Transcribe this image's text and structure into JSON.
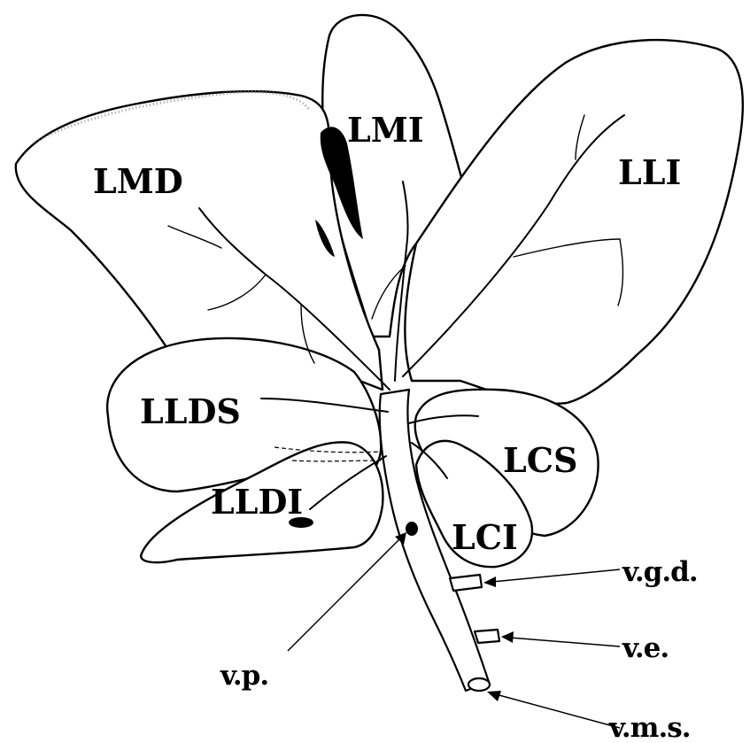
{
  "colors": {
    "line": "#000000",
    "fill": "#ffffff"
  },
  "lobes": [
    {
      "id": "lmd",
      "label": "LMD"
    },
    {
      "id": "lmi",
      "label": "LMI"
    },
    {
      "id": "lli",
      "label": "LLI"
    },
    {
      "id": "llds",
      "label": "LLDS"
    },
    {
      "id": "lldi",
      "label": "LLDI"
    },
    {
      "id": "lcs",
      "label": "LCS"
    },
    {
      "id": "lci",
      "label": "LCI"
    }
  ],
  "vessels": [
    {
      "id": "vgd",
      "label": "v.g.d."
    },
    {
      "id": "ve",
      "label": "v.e."
    },
    {
      "id": "vp",
      "label": "v.p."
    },
    {
      "id": "vms",
      "label": "v.m.s."
    }
  ]
}
